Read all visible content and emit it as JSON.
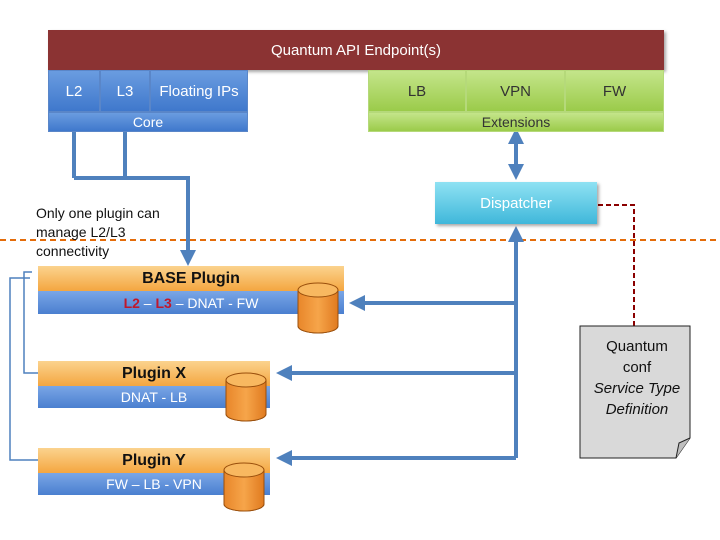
{
  "endpoint": {
    "title": "Quantum API Endpoint(s)"
  },
  "core": {
    "l2": "L2",
    "l3": "L3",
    "floating": "Floating IPs",
    "label": "Core"
  },
  "extensions": {
    "lb": "LB",
    "vpn": "VPN",
    "fw": "FW",
    "label": "Extensions"
  },
  "dispatcher": {
    "label": "Dispatcher"
  },
  "note": {
    "line1": "Only one plugin can",
    "line2": "manage L2/L3",
    "line3": "connectivity"
  },
  "plugins": {
    "base": {
      "name": "BASE Plugin",
      "l2": "L2",
      "sep1": " – ",
      "l3": "L3",
      "rest": " – DNAT - FW"
    },
    "x": {
      "name": "Plugin X",
      "services": "DNAT - LB"
    },
    "y": {
      "name": "Plugin Y",
      "services": "FW – LB - VPN"
    }
  },
  "conf": {
    "line1": "Quantum",
    "line2": "conf",
    "line3": "Service Type",
    "line4": "Definition"
  },
  "colors": {
    "endpoint": "#8b3333",
    "arrow": "#4f81bd",
    "dash_line": "#e46c0a",
    "dash_red": "#8b0000"
  }
}
